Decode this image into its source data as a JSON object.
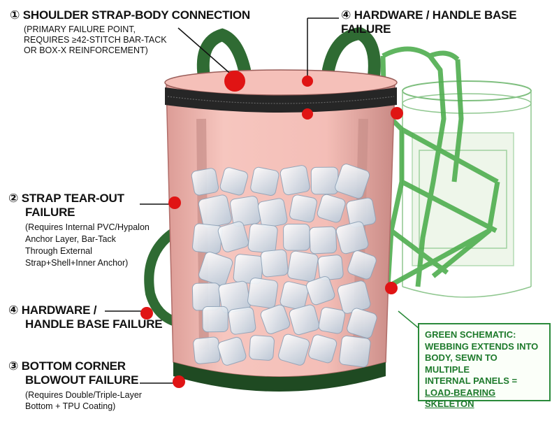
{
  "labels": {
    "shoulder": {
      "num": "①",
      "title": "SHOULDER STRAP-BODY CONNECTION",
      "lines": [
        "(PRIMARY FAILURE POINT,",
        "REQUIRES ≥42-STITCH BAR-TACK",
        "OR BOX-X REINFORCEMENT)"
      ]
    },
    "hardware_top": {
      "num": "④",
      "title": "HARDWARE / HANDLE BASE FAILURE"
    },
    "strap_tear": {
      "num": "②",
      "title1": "STRAP TEAR-OUT",
      "title2": "FAILURE",
      "lines": [
        "(Requires Internal PVC/Hypalon",
        "Anchor Layer, Bar-Tack",
        "Through External",
        "Strap+Shell+Inner Anchor)"
      ]
    },
    "hardware_left": {
      "num": "④",
      "title1": "HARDWARE /",
      "title2": "HANDLE BASE FAILURE"
    },
    "bottom": {
      "num": "③",
      "title1": "BOTTOM CORNER",
      "title2": "BLOWOUT FAILURE",
      "lines": [
        "(Requires Double/Triple-Layer",
        "Bottom + TPU Coating)"
      ]
    }
  },
  "callout": {
    "lines": [
      "GREEN SCHEMATIC:",
      "WEBBING EXTENDS INTO",
      "BODY, SEWN TO MULTIPLE",
      "INTERNAL PANELS ="
    ],
    "emphasis": "LOAD-BEARING SKELETON"
  },
  "colors": {
    "body_fill": "#f2b7b0",
    "rim": "#262626",
    "strap": "#2f6b33",
    "schematic": "#4fae4f",
    "marker": "#e01414",
    "callout": "#2a8a3a"
  }
}
